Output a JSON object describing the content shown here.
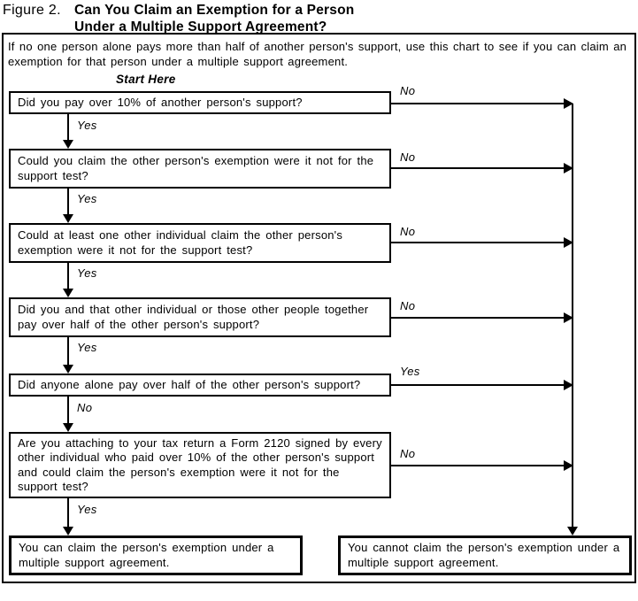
{
  "figure": {
    "label": "Figure 2.",
    "title_line1": "Can You Claim an Exemption for a Person",
    "title_line2": "Under a Multiple Support Agreement?",
    "intro": "If no one person alone pays more than half of another person's support, use this chart to see if you can claim an exemption for that person under a multiple support agreement.",
    "start_here": "Start Here"
  },
  "colors": {
    "line": "#000000",
    "background": "#ffffff",
    "text": "#000000"
  },
  "flowchart": {
    "questions": [
      {
        "text": "Did you pay over 10% of another person's support?",
        "exit_right": "No",
        "exit_down": "Yes"
      },
      {
        "text": "Could you claim the other person's exemption were it not for the support test?",
        "exit_right": "No",
        "exit_down": "Yes"
      },
      {
        "text": "Could at least one other individual claim the other person's exemption were it not for the support test?",
        "exit_right": "No",
        "exit_down": "Yes"
      },
      {
        "text": "Did you and that other individual or those other people together pay over half of the other person's support?",
        "exit_right": "No",
        "exit_down": "Yes"
      },
      {
        "text": "Did anyone alone pay over half of the other person's support?",
        "exit_right": "Yes",
        "exit_down": "No"
      },
      {
        "text": "Are you attaching to your tax return a Form 2120 signed by every other individual who paid over 10% of the other person's support and could claim the person's exemption were it not for the support test?",
        "exit_right": "No",
        "exit_down": "Yes"
      }
    ],
    "results": {
      "can_claim": "You can claim the person's exemption under a multiple support agreement.",
      "cannot_claim": "You cannot claim the person's exemption under a multiple support agreement."
    }
  }
}
